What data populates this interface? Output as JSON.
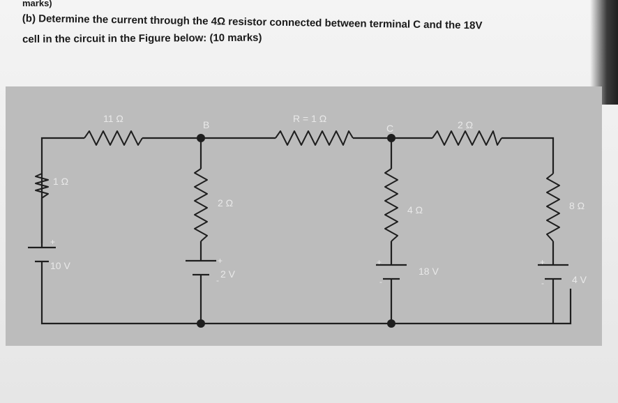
{
  "question": {
    "marks_tail": "marks)",
    "line1": "(b) Determine the current through the 4Ω resistor connected between terminal C and the 18V",
    "line2": "cell in the circuit in the Figure below: (10 marks)"
  },
  "figure": {
    "resistors": {
      "r_top_left": "11 Ω",
      "r_left": "1 Ω",
      "r_b": "2 Ω",
      "r_bc": "R = 1 Ω",
      "r_c": "4 Ω",
      "r_top_right": "2 Ω",
      "r_right": "8 Ω"
    },
    "sources": {
      "v_left": "10 V",
      "v_b": "2 V",
      "v_c": "18 V",
      "v_right": "4 V"
    },
    "nodes": {
      "b": "B",
      "c": "C"
    },
    "signs": {
      "plus": "+",
      "minus": "-"
    }
  }
}
